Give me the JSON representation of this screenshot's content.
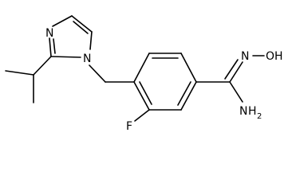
{
  "molecule": {
    "atom_labels": {
      "imidazole_n3": "N",
      "imidazole_n1": "N",
      "oxime_n": "N",
      "oxime_oh": "OH",
      "fluorine": "F",
      "amine_n": "N",
      "amine_h": "H",
      "amine_sub": "2"
    },
    "colors": {
      "bond": "#000000",
      "label": "#000000",
      "background": "#ffffff"
    }
  }
}
